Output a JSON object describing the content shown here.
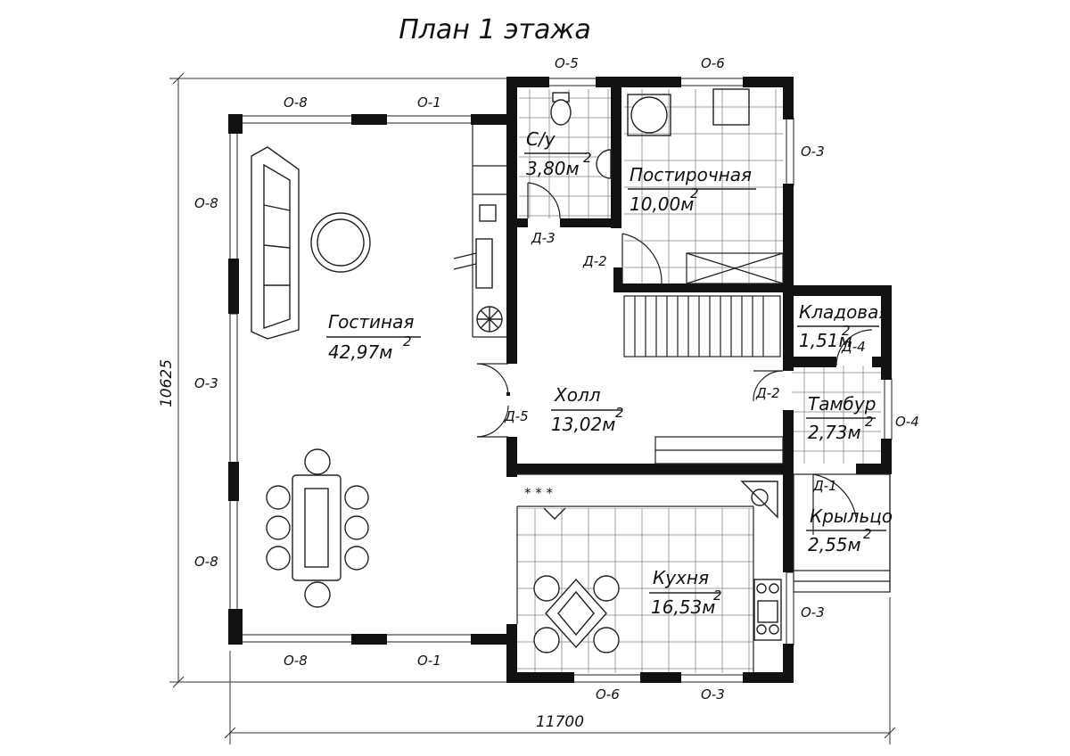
{
  "title": "План 1 этажа",
  "dimensions": {
    "width": "11700",
    "height": "10625"
  },
  "rooms": {
    "living": {
      "name": "Гостиная",
      "area": "42,97м",
      "sup": "2"
    },
    "hall": {
      "name": "Холл",
      "area": "13,02м",
      "sup": "2"
    },
    "wc": {
      "name": "С/у",
      "area": "3,80м",
      "sup": "2"
    },
    "laundry": {
      "name": "Постирочная",
      "area": "10,00м",
      "sup": "2"
    },
    "pantry": {
      "name": "Кладовая",
      "area": "1,51м",
      "sup": "2"
    },
    "vestibule": {
      "name": "Тамбур",
      "area": "2,73м",
      "sup": "2"
    },
    "porch": {
      "name": "Крыльцо",
      "area": "2,55м",
      "sup": "2"
    },
    "kitchen": {
      "name": "Кухня",
      "area": "16,53м",
      "sup": "2"
    }
  },
  "windows": {
    "top_left_1": "О-8",
    "top_left_2": "О-1",
    "top_wc": "О-5",
    "top_laundry": "О-6",
    "right_laundry": "О-3",
    "left_upper": "О-8",
    "left_middle": "О-3",
    "left_lower": "О-8",
    "right_vestibule": "О-4",
    "right_kitchen": "О-3",
    "bottom_left_1": "О-8",
    "bottom_left_2": "О-1",
    "bottom_kitchen_1": "О-6",
    "bottom_kitchen_2": "О-3"
  },
  "doors": {
    "wc": "Д-3",
    "laundry": "Д-2",
    "entrance_hall": "Д-2",
    "pantry": "Д-4",
    "living": "Д-5",
    "front": "Д-1"
  },
  "stove_marks": "* * *"
}
